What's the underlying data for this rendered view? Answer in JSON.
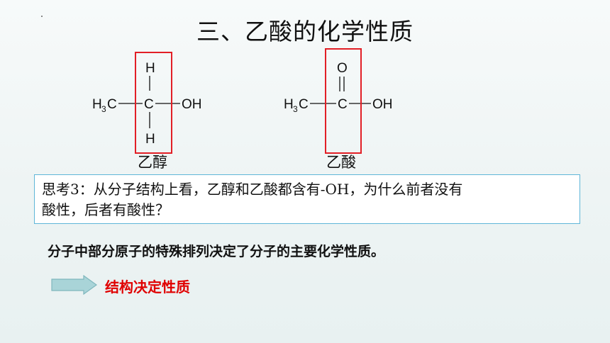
{
  "slide": {
    "title": "三、乙酸的化学性质",
    "ethanol": {
      "name": "乙醇",
      "labels": {
        "ch3_h": "H",
        "ch3_sub": "3",
        "ch3_c": "C",
        "c": "C",
        "oh": "OH",
        "h_top": "H",
        "h_bottom": "H"
      }
    },
    "acetic_acid": {
      "name": "乙酸",
      "labels": {
        "ch3_h": "H",
        "ch3_sub": "3",
        "ch3_c": "C",
        "c": "C",
        "oh": "OH",
        "o_top": "O"
      }
    },
    "question": {
      "line1": "思考3：从分子结构上看，乙醇和乙酸都含有-OH，为什么前者没有",
      "line2": "酸性，后者有酸性？"
    },
    "conclusion": "分子中部分原子的特殊排列决定了分子的主要化学性质。",
    "result": "结构决定性质",
    "colors": {
      "highlight_box": "#e21f26",
      "question_border": "#5fb6d8",
      "result_text": "#e00000",
      "arrow_fill": "#a9d4d8"
    }
  }
}
